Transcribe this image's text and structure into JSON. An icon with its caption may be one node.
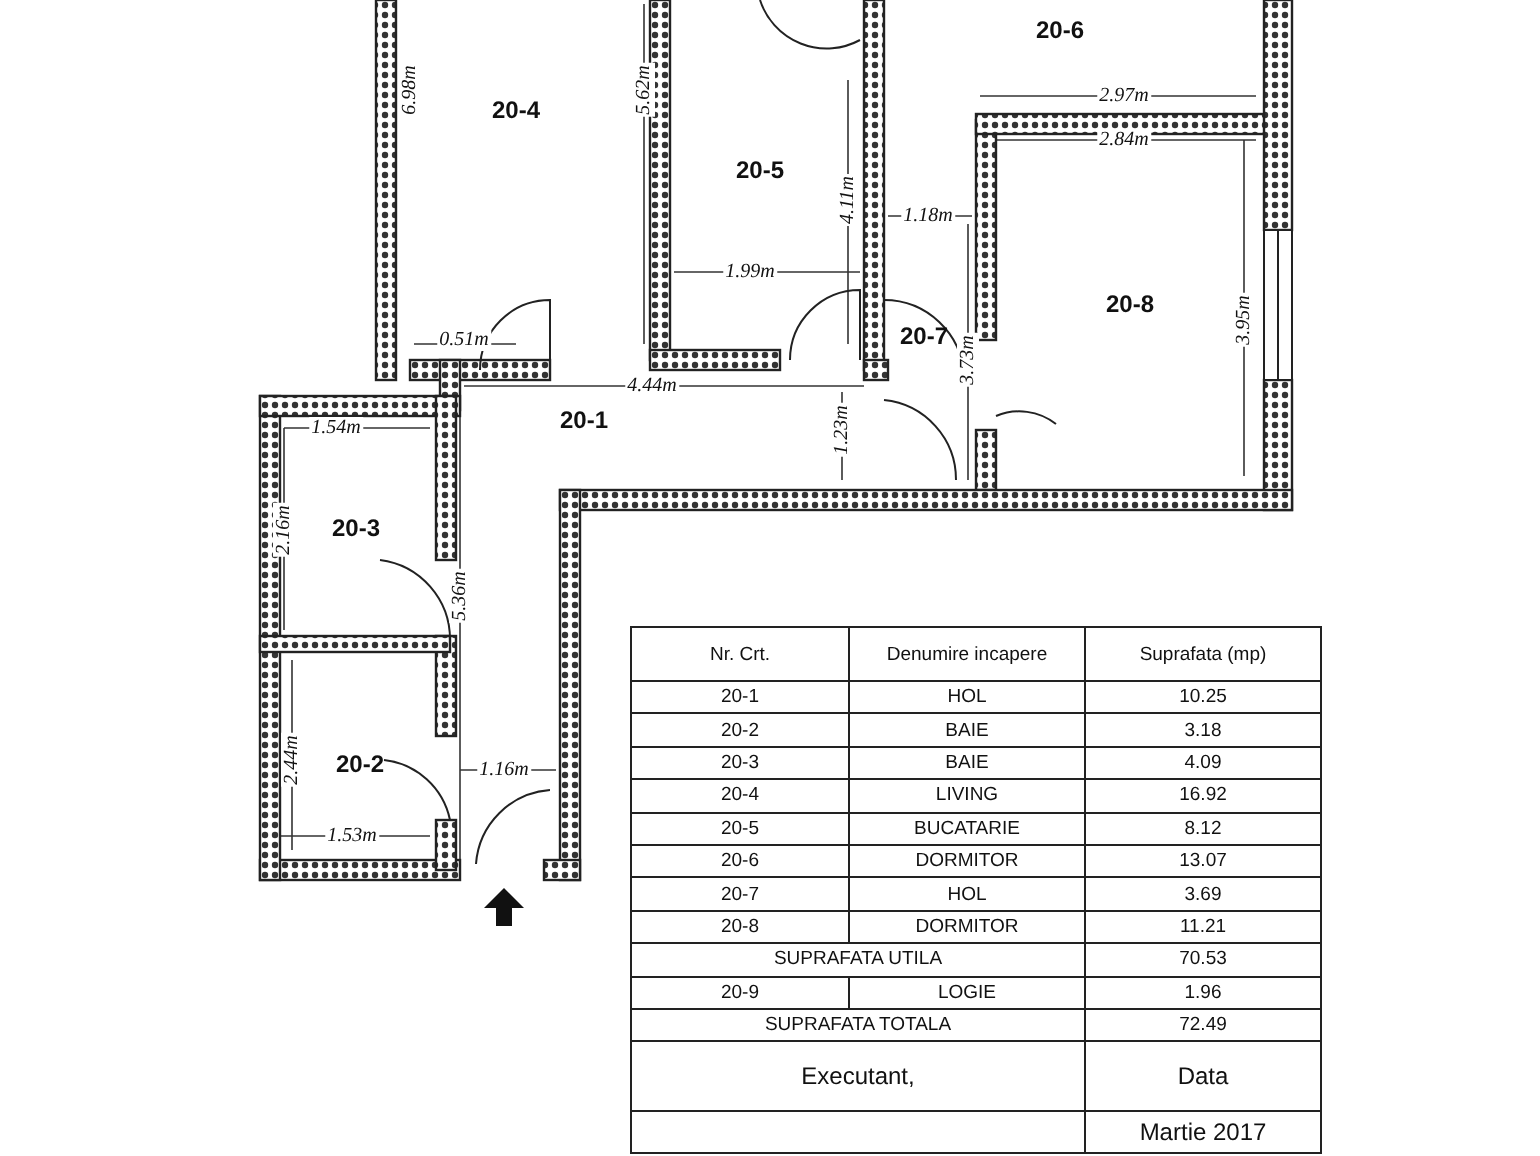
{
  "diagram": {
    "nodes": [
      {
        "text": [
          "20-6"
        ]
      },
      {
        "text": [
          "20-4"
        ]
      },
      {
        "text": [
          "20-5"
        ]
      },
      {
        "text": [
          "20-7"
        ]
      },
      {
        "text": [
          "20-8"
        ]
      },
      {
        "text": [
          "20-1"
        ]
      },
      {
        "text": [
          "20-3"
        ]
      },
      {
        "text": [
          "20-2"
        ]
      }
    ],
    "labels": [
      "6.98m",
      "5.62m",
      "4.11m",
      "1.99m",
      "0.51m",
      "4.44m",
      "1.18m",
      "2.97m",
      "2.84m",
      "3.95m",
      "3.73m",
      "1.23m",
      "1.54m",
      "2.16m",
      "5.36m",
      "2.44m",
      "1.16m",
      "1.53m",
      "Nr. Crt.",
      "Denumire incapere",
      "Suprafata (mp)",
      "20-1",
      "HOL",
      "10.25",
      "20-2",
      "BAIE",
      "3.18",
      "20-3",
      "BAIE",
      "4.09",
      "20-4",
      "LIVING",
      "16.92",
      "20-5",
      "BUCATARIE",
      "8.12",
      "20-6",
      "DORMITOR",
      "13.07",
      "20-7",
      "HOL",
      "3.69",
      "20-8",
      "DORMITOR",
      "11.21",
      "SUPRAFATA UTILA",
      "70.53",
      "20-9",
      "LOGIE",
      "1.96",
      "SUPRAFATA TOTALA",
      "72.49",
      "Executant,",
      "Data",
      "Martie 2017"
    ]
  }
}
